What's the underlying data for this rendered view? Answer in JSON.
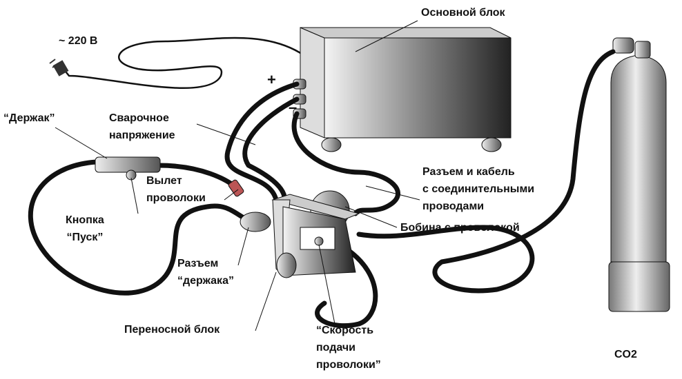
{
  "labels": {
    "main_unit": "Основной блок",
    "mains": "~ 220 В",
    "plus": "+",
    "minus": "–",
    "holder": "“Держак”",
    "weld_voltage_1": "Сварочное",
    "weld_voltage_2": "напряжение",
    "wire_stickout_1": "Вылет",
    "wire_stickout_2": "проволоки",
    "connector_cable_1": "Разъем и кабель",
    "connector_cable_2": "с соединительными",
    "connector_cable_3": "проводами",
    "start_button_1": "Кнопка",
    "start_button_2": "“Пуск”",
    "wire_spool": "Бобина  с проволокой",
    "holder_connector_1": "Разъем",
    "holder_connector_2": "“держака”",
    "portable_unit": "Переносной блок",
    "feed_speed_1": "“Скорость",
    "feed_speed_2": "подачи",
    "feed_speed_3": "проволоки”",
    "gas": "CO2"
  }
}
